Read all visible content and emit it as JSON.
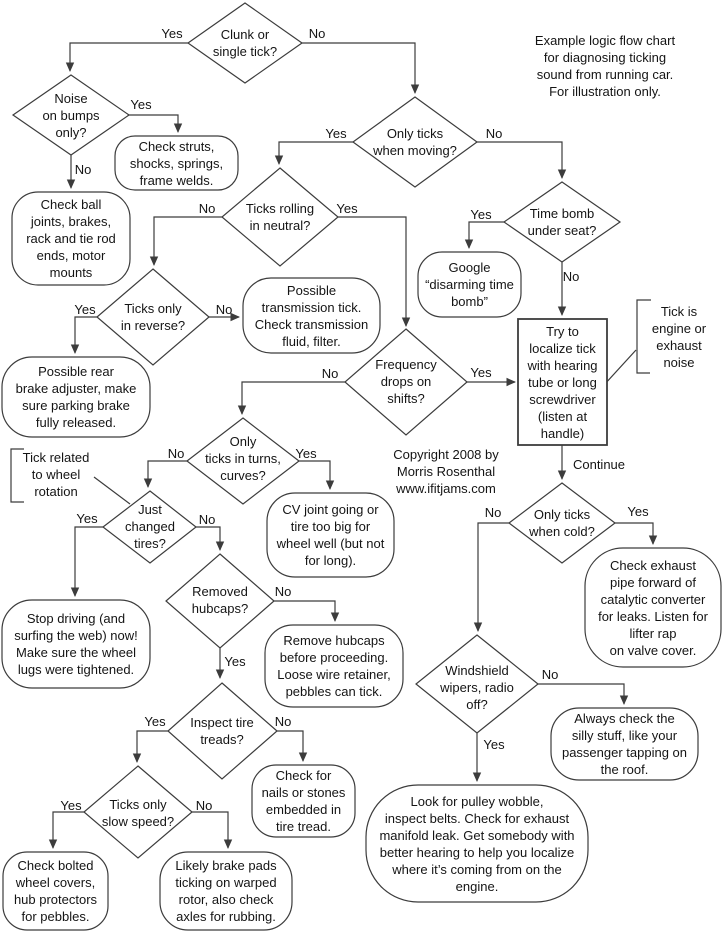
{
  "labels": {
    "yes": "Yes",
    "no": "No"
  },
  "notes": {
    "intro": "Example logic flow chart\nfor diagnosing ticking\nsound from running car.\nFor illustration only.",
    "copyright": "Copyright 2008 by\nMorris Rosenthal\nwww.ifitjams.com",
    "continue_label": "Continue",
    "engine": "Tick is\nengine or\nexhaust\nnoise",
    "wheel": "Tick related\nto wheel\nrotation"
  },
  "decisions": {
    "clunk": "Clunk or\nsingle tick?",
    "noise": "Noise\non bumps\nonly?",
    "moving": "Only ticks\nwhen moving?",
    "rolling": "Ticks rolling\nin neutral?",
    "timebomb": "Time bomb\nunder seat?",
    "reverse": "Ticks only\nin reverse?",
    "frequency": "Frequency\ndrops on\nshifts?",
    "turns": "Only\nticks in turns,\ncurves?",
    "changed": "Just\nchanged\ntires?",
    "hubcaps": "Removed\nhubcaps?",
    "inspect": "Inspect tire\ntreads?",
    "slow": "Ticks only\nslow speed?",
    "cold": "Only ticks\nwhen cold?",
    "windshield": "Windshield\nwipers, radio\noff?"
  },
  "actions": {
    "struts": "Check struts,\nshocks, springs,\nframe welds.",
    "ball": "Check ball\njoints, brakes,\nrack and tie rod\nends, motor\nmounts",
    "google": "Google\n“disarming time\nbomb”",
    "transmission": "Possible\ntransmission tick.\nCheck transmission\nfluid, filter.",
    "rearbrake": "Possible rear\nbrake adjuster, make\nsure parking brake\nfully released.",
    "cvjoint": "CV joint going or\ntire too big for\nwheel well (but not\nfor long).",
    "stopdriving": "Stop driving (and\nsurfing the web) now!\nMake sure the wheel\nlugs were tightened.",
    "removehubcaps": "Remove hubcaps\nbefore proceeding.\nLoose wire retainer,\npebbles can tick.",
    "nails": "Check for\nnails or stones\nembedded in\ntire tread.",
    "bolted": "Check bolted\nwheel covers,\nhub protectors\nfor pebbles.",
    "brakepads": "Likely brake pads\nticking on warped\nrotor, also check\naxles for rubbing.",
    "exhaust": "Check exhaust\npipe forward of\ncatalytic converter\nfor leaks. Listen for\nlifter rap\non valve cover.",
    "silly": "Always check the\nsilly stuff, like your\npassenger tapping on\nthe roof.",
    "pulley": "Look for pulley wobble,\ninspect belts. Check for exhaust\nmanifold leak. Get somebody with\nbetter hearing to help you localize\nwhere it’s coming from on the\nengine.",
    "localize": "Try to\nlocalize tick\nwith hearing\ntube or long\nscrewdriver\n(listen at\nhandle)"
  },
  "colors": {
    "line": "#3c3c3c",
    "text": "#141414",
    "background": "#ffffff"
  }
}
